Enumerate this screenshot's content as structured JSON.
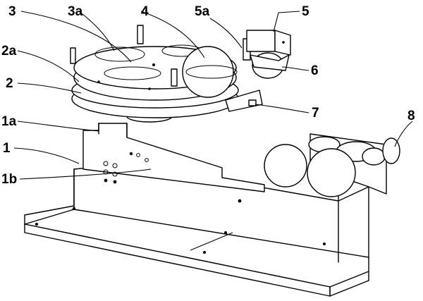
{
  "labels": {
    "l1": "1",
    "l1a": "1a",
    "l1b": "1b",
    "l2": "2",
    "l2a": "2a",
    "l3": "3",
    "l3a": "3a",
    "l4": "4",
    "l5": "5",
    "l5a": "5a",
    "l6": "6",
    "l7": "7",
    "l8": "8"
  }
}
